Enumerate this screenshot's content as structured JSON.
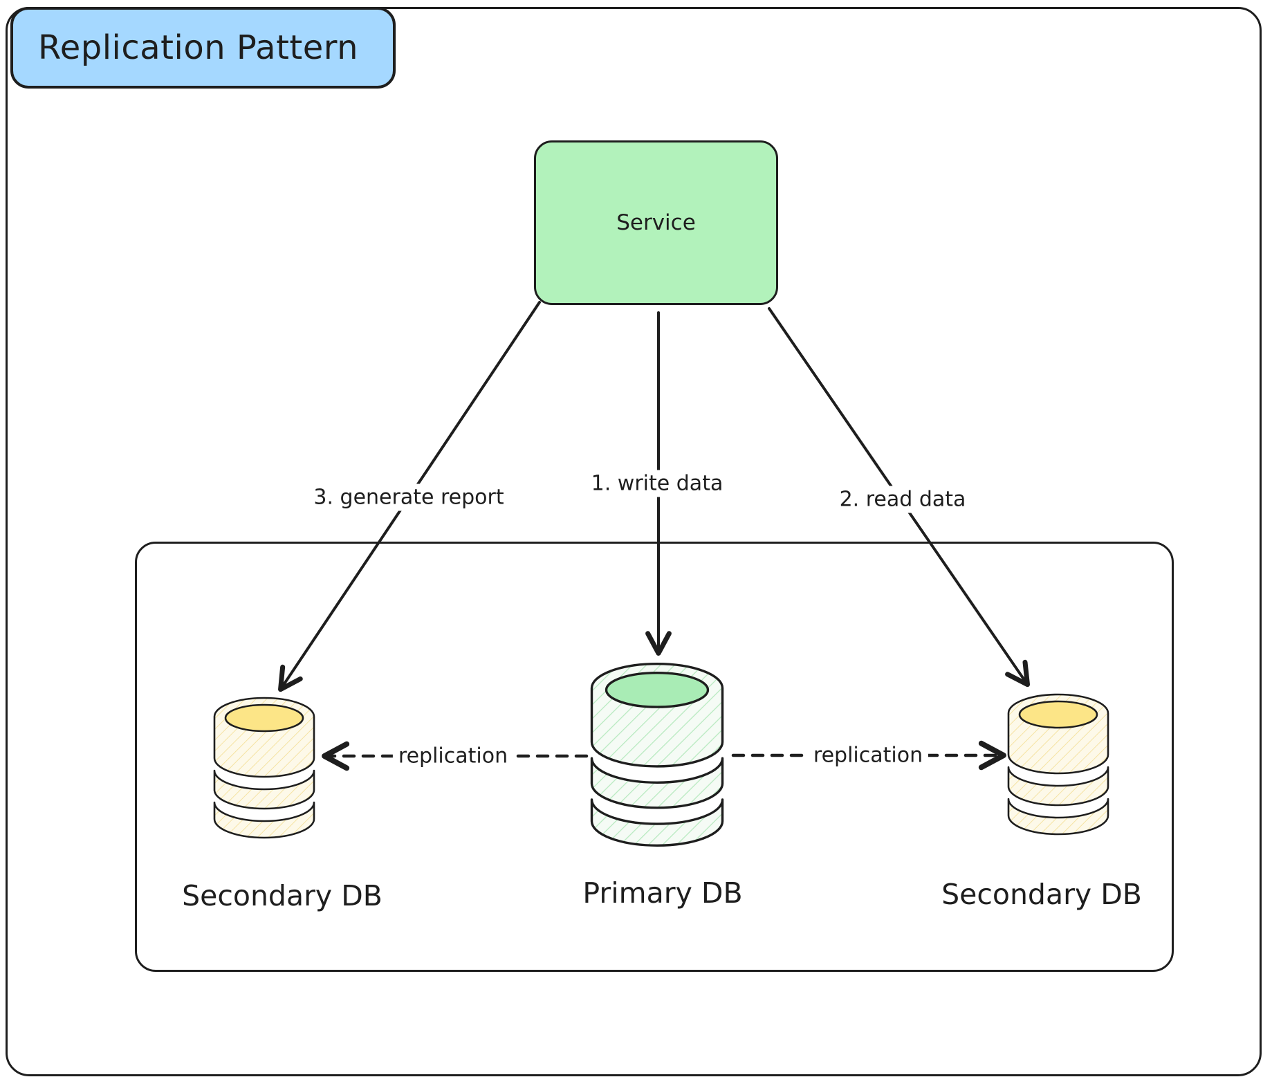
{
  "title": "Replication Pattern",
  "nodes": {
    "service": {
      "label": "Service"
    },
    "primary_db": {
      "label": "Primary DB"
    },
    "secondary_db_left": {
      "label": "Secondary DB"
    },
    "secondary_db_right": {
      "label": "Secondary DB"
    }
  },
  "edges": {
    "write_data": {
      "label": "1. write data",
      "from": "service",
      "to": "primary_db",
      "style": "solid-arrow"
    },
    "read_data": {
      "label": "2. read data",
      "from": "service",
      "to": "secondary_db_right",
      "style": "solid-arrow"
    },
    "generate_report": {
      "label": "3. generate report",
      "from": "service",
      "to": "secondary_db_left",
      "style": "solid-arrow"
    },
    "replication_left": {
      "label": "replication",
      "from": "primary_db",
      "to": "secondary_db_left",
      "style": "dashed-arrow"
    },
    "replication_right": {
      "label": "replication",
      "from": "primary_db",
      "to": "secondary_db_right",
      "style": "dashed-arrow"
    }
  },
  "colors": {
    "stroke": "#1e1e1e",
    "canvas": "#ffffff",
    "title_fill": "#a5d8ff",
    "service_fill": "#b2f2bb",
    "db_green_top": "#a9ecb5",
    "db_green_hatch": "#b9eac1",
    "db_green_bg": "#f5fbf5",
    "db_yellow_top": "#fce587",
    "db_yellow_hatch": "#f5e3a3",
    "db_yellow_bg": "#fdf9e9"
  }
}
